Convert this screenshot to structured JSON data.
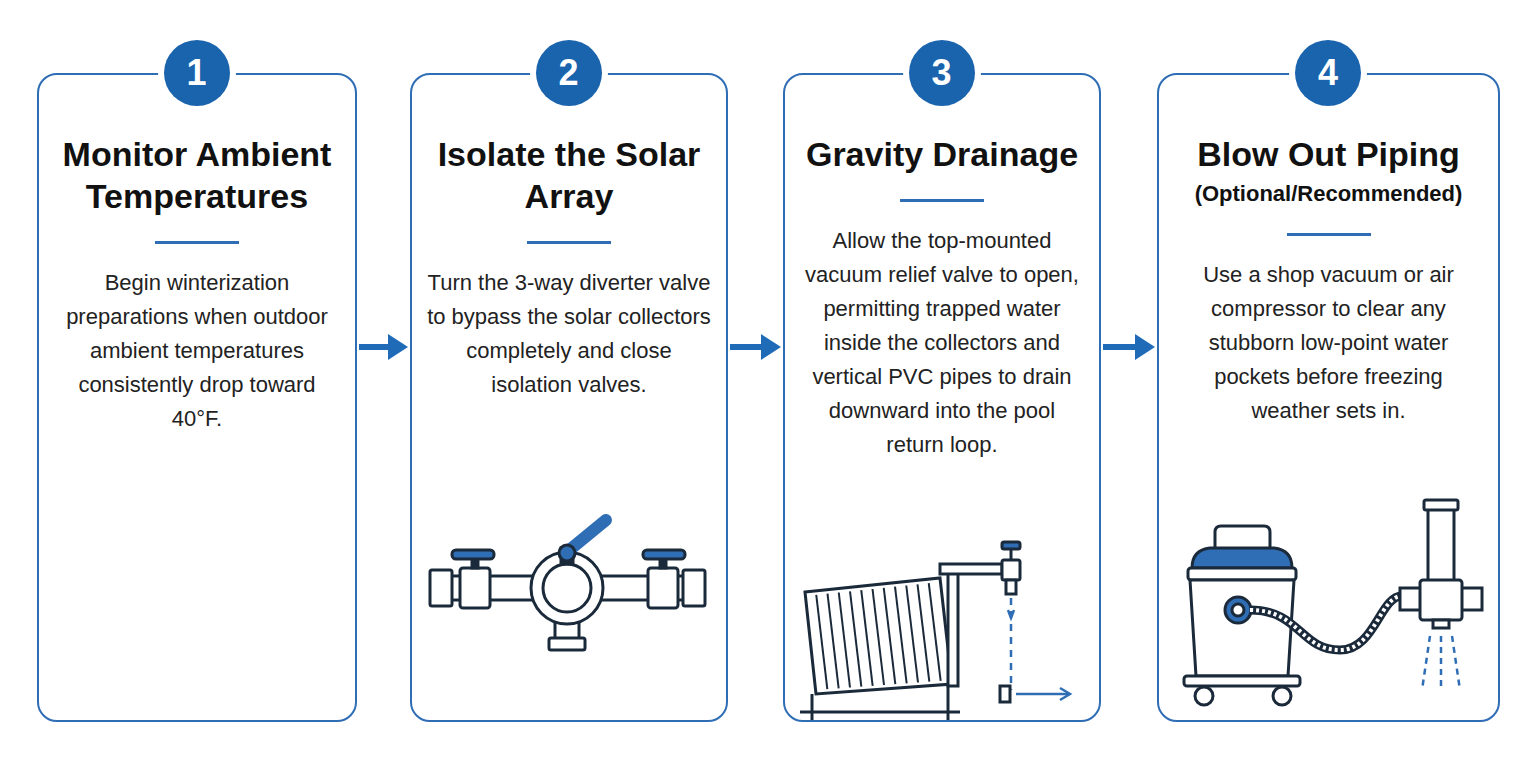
{
  "diagram": {
    "nodes": [
      {
        "text": [
          "Monitor Ambient Temperatures",
          "Begin winterization preparations when outdoor ambient temperatures consistently drop toward 40°F."
        ]
      },
      {
        "text": [
          "1"
        ],
        "in": 0
      },
      {
        "text": [
          "Isolate the Solar Array",
          "Turn the 3-way diverter valve to bypass the solar collectors completely and close isolation valves."
        ]
      },
      {
        "text": [
          "2"
        ],
        "in": 2
      },
      {
        "text": [
          "Gravity Drainage",
          "Allow the top-mounted vacuum relief valve to open, permitting trapped water inside the collectors and vertical PVC pipes to drain downward into the pool return loop."
        ]
      },
      {
        "text": [
          "3"
        ],
        "in": 4
      },
      {
        "text": [
          "Blow Out Piping",
          "(Optional/Recommended)",
          "Use a shop vacuum or air compressor to clear any stubborn low-point water pockets before freezing weather sets in."
        ]
      },
      {
        "text": [
          "4"
        ],
        "in": 6
      }
    ],
    "edges": [
      {
        "from": 0,
        "to": 2,
        "arrow": "to"
      },
      {
        "from": 2,
        "to": 4,
        "arrow": "to"
      },
      {
        "from": 4,
        "to": 6,
        "arrow": "to"
      }
    ]
  }
}
